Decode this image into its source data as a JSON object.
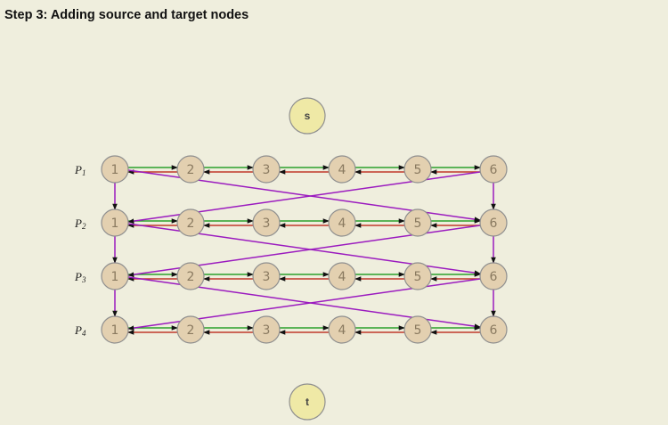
{
  "title": "Step 3: Adding source and target nodes",
  "source": {
    "label": "s"
  },
  "target": {
    "label": "t"
  },
  "rows": [
    {
      "name": "P",
      "sub": "1"
    },
    {
      "name": "P",
      "sub": "2"
    },
    {
      "name": "P",
      "sub": "3"
    },
    {
      "name": "P",
      "sub": "4"
    }
  ],
  "node_labels": [
    "1",
    "2",
    "3",
    "4",
    "5",
    "6"
  ],
  "colors": {
    "node_fill": "#e3d0b0",
    "node_stroke": "#8f8f8f",
    "st_fill": "#efe9a6",
    "forward_edge": "#2ca02c",
    "backward_edge": "#c0392b",
    "cross_edge": "#9b1bbf",
    "arrow": "#111111"
  }
}
